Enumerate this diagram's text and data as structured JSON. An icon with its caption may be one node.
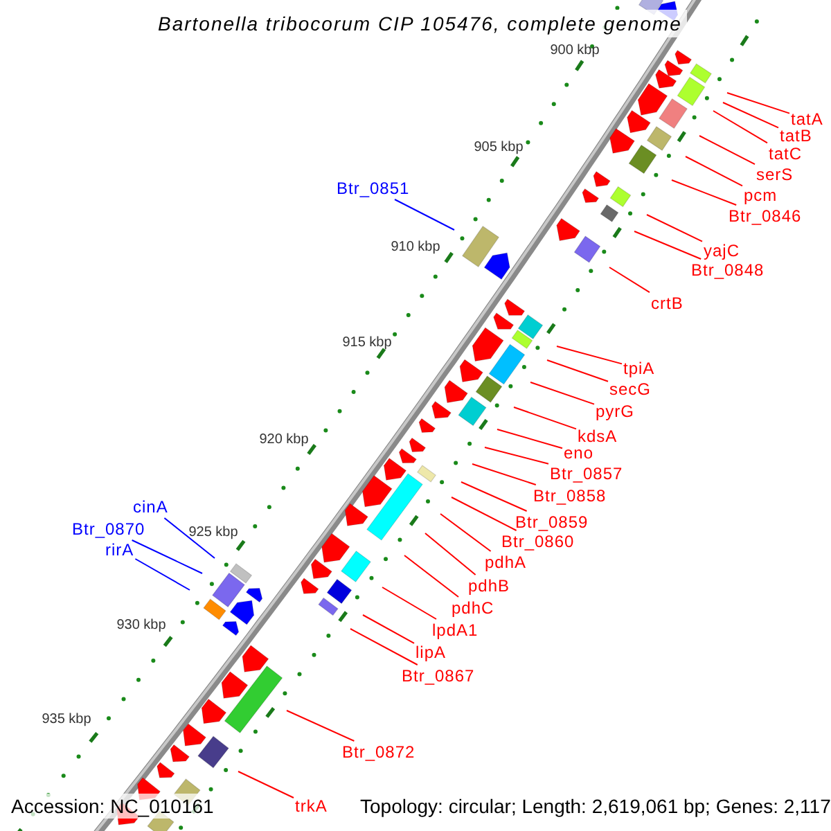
{
  "diagram": {
    "title": "Bartonella tribocorum CIP 105476, complete genome",
    "nodes": [
      {
        "text": [
          "tatA"
        ]
      },
      {
        "text": [
          "tatB"
        ]
      },
      {
        "text": [
          "tatC"
        ]
      },
      {
        "text": [
          "serS"
        ]
      },
      {
        "text": [
          "Btr_0851"
        ]
      },
      {
        "text": [
          "pcm"
        ]
      },
      {
        "text": [
          "Btr_0846"
        ]
      },
      {
        "text": [
          "yajC"
        ]
      },
      {
        "text": [
          "Btr_0848"
        ]
      },
      {
        "text": [
          "crtB"
        ]
      },
      {
        "text": [
          "tpiA"
        ]
      },
      {
        "text": [
          "secG"
        ]
      },
      {
        "text": [
          "pyrG"
        ]
      },
      {
        "text": [
          "kdsA"
        ]
      },
      {
        "text": [
          "eno"
        ]
      },
      {
        "text": [
          "Btr_0857"
        ]
      },
      {
        "text": [
          "Btr_0858"
        ]
      },
      {
        "text": [
          "cinA"
        ]
      },
      {
        "text": [
          "Btr_0859"
        ]
      },
      {
        "text": [
          "Btr_0870"
        ]
      },
      {
        "text": [
          "Btr_0860"
        ]
      },
      {
        "text": [
          "rirA"
        ]
      },
      {
        "text": [
          "pdhA"
        ]
      },
      {
        "text": [
          "pdhB"
        ]
      },
      {
        "text": [
          "pdhC"
        ]
      },
      {
        "text": [
          "lpdA1"
        ]
      },
      {
        "text": [
          "lipA"
        ]
      },
      {
        "text": [
          "Btr_0867"
        ]
      },
      {
        "text": [
          "Btr_0872"
        ]
      },
      {
        "text": [
          "trkA"
        ]
      }
    ],
    "edges": [
      {
        "from": 0,
        "to": null,
        "arrow": "none"
      },
      {
        "from": 1,
        "to": null,
        "arrow": "none"
      },
      {
        "from": 2,
        "to": null,
        "arrow": "none"
      },
      {
        "from": 3,
        "to": null,
        "arrow": "none"
      },
      {
        "from": 4,
        "to": null,
        "arrow": "none",
        "color": "#0000ff"
      },
      {
        "from": 5,
        "to": null,
        "arrow": "none"
      },
      {
        "from": 6,
        "to": null,
        "arrow": "none"
      },
      {
        "from": 7,
        "to": null,
        "arrow": "none"
      },
      {
        "from": 8,
        "to": null,
        "arrow": "none"
      },
      {
        "from": 9,
        "to": null,
        "arrow": "none"
      },
      {
        "from": 10,
        "to": null,
        "arrow": "none"
      },
      {
        "from": 11,
        "to": null,
        "arrow": "none"
      },
      {
        "from": 12,
        "to": null,
        "arrow": "none"
      },
      {
        "from": 13,
        "to": null,
        "arrow": "none"
      },
      {
        "from": 14,
        "to": null,
        "arrow": "none"
      },
      {
        "from": 15,
        "to": null,
        "arrow": "none"
      },
      {
        "from": 16,
        "to": null,
        "arrow": "none"
      },
      {
        "from": 17,
        "to": null,
        "arrow": "none",
        "color": "#0000ff"
      },
      {
        "from": 18,
        "to": null,
        "arrow": "none"
      },
      {
        "from": 19,
        "to": null,
        "arrow": "none",
        "color": "#0000ff"
      },
      {
        "from": 20,
        "to": null,
        "arrow": "none"
      },
      {
        "from": 21,
        "to": null,
        "arrow": "none",
        "color": "#0000ff"
      },
      {
        "from": 22,
        "to": null,
        "arrow": "none"
      },
      {
        "from": 23,
        "to": null,
        "arrow": "none"
      },
      {
        "from": 24,
        "to": null,
        "arrow": "none"
      },
      {
        "from": 25,
        "to": null,
        "arrow": "none"
      },
      {
        "from": 26,
        "to": null,
        "arrow": "none"
      },
      {
        "from": 27,
        "to": null,
        "arrow": "none"
      },
      {
        "from": 28,
        "to": null,
        "arrow": "none"
      },
      {
        "from": 29,
        "to": null,
        "arrow": "none"
      }
    ],
    "labels": [
      "900 kbp",
      "905 kbp",
      "910 kbp",
      "915 kbp",
      "920 kbp",
      "925 kbp",
      "930 kbp",
      "935 kbp",
      "Accession: NC_010161",
      "Topology: circular; Length: 2,619,061 bp; Genes: 2,117"
    ]
  }
}
